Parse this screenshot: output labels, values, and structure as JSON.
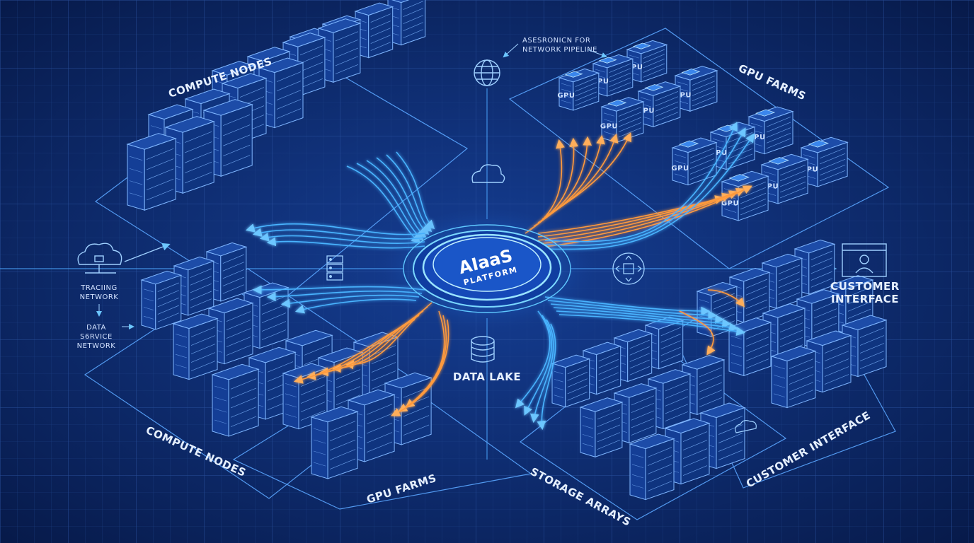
{
  "hub": {
    "title": "AIaaS",
    "subtitle": "PLATFORM"
  },
  "labels": {
    "compute_nodes_top": "COMPUTE NODES",
    "gpu_farms_top": "GPU FARMS",
    "network_pipeline_line1": "ASESRONICN FOR",
    "network_pipeline_line2": "NETWORK PIPELINE",
    "tracing_network_line1": "TRACIING",
    "tracing_network_line2": "NETWORK",
    "data_service_line1": "DATA",
    "data_service_line2": "S6RVICE",
    "data_service_line3": "NETWORK",
    "customer_interface_line1": "CUSTOMER",
    "customer_interface_line2": "INTERFACE",
    "data_lake": "DATA LAKE",
    "compute_nodes_bottom": "COMPUTE NODES",
    "gpu_farms_bottom": "GPU FARMS",
    "storage_arrays": "STORAGE ARRAYS",
    "customer_interface_bottom": "CUSTOMER INTERFACE"
  },
  "gpu_chip_label": "GPU",
  "colors": {
    "background": "#0d2a6b",
    "grid": "#2a4d99",
    "line_blue": "#48b4ff",
    "line_orange": "#ff9a3c",
    "hub_glow": "#5fd0ff",
    "server_stroke": "#7fb6ff"
  },
  "icons": [
    "globe-icon",
    "cloud-icon",
    "database-icon",
    "server-stack-icon",
    "move-arrows-icon",
    "user-window-icon",
    "cloud-network-icon"
  ]
}
